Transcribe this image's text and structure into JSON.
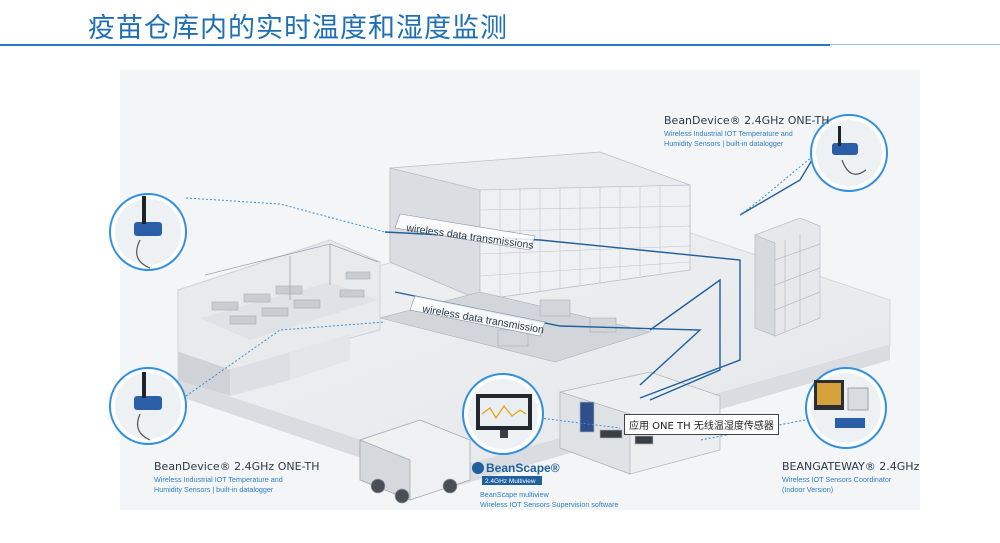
{
  "page": {
    "title": "疫苗仓库内的实时温度和湿度监测"
  },
  "labels": {
    "wireless1": "wireless data transmissions",
    "wireless2": "wireless data transmission",
    "device_top_title": "BeanDevice® 2.4GHz ONE-TH",
    "device_top_sub1": "Wireless Industrial IOT Temperature and",
    "device_top_sub2": "Humidity Sensors | built-in datalogger",
    "device_bottom_title": "BeanDevice® 2.4GHz ONE-TH",
    "device_bottom_sub1": "Wireless Industrial IOT Temperature and",
    "device_bottom_sub2": "Humidity Sensors | built-in datalogger",
    "gateway_title": "BEANGATEWAY® 2.4GHz",
    "gateway_sub1": "Wireless IOT Sensors Coordinator",
    "gateway_sub2": "(Indoor Version)",
    "beanscape_logo": "BeanScape®",
    "beanscape_badge": "2.4GHz Multiview",
    "beanscape_sub1": "BeanScape multiview",
    "beanscape_sub2": "Wireless IOT Sensors Supervision software",
    "callout": "应用 ONE TH 无线温湿度传感器"
  },
  "colors": {
    "title": "#1f6fb4",
    "link_line": "#1f5f9e",
    "dotted_line": "#3b8fd8",
    "circle_ring": "#2f8fe0",
    "sub_text": "#2f7fc4"
  }
}
